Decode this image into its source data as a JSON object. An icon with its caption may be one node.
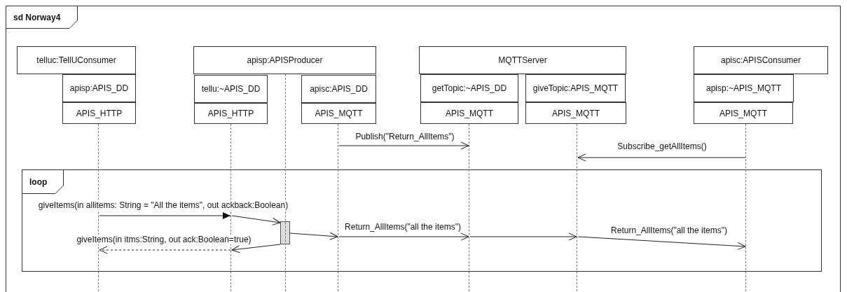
{
  "diagram": {
    "nodes": [
      {
        "text": [
          "sd Norway4"
        ]
      },
      {
        "text": [
          "telluc:TellUConsumer"
        ],
        "in": 0
      },
      {
        "text": [
          "apisp:APIS_DD"
        ],
        "in": 0
      },
      {
        "text": [
          "APIS_HTTP"
        ],
        "in": 0
      },
      {
        "text": [
          "apisp:APISProducer"
        ],
        "in": 0
      },
      {
        "text": [
          "tellu:~APIS_DD"
        ],
        "in": 0
      },
      {
        "text": [
          "APIS_HTTP"
        ],
        "in": 0
      },
      {
        "text": [
          "apisc:APIS_DD"
        ],
        "in": 0
      },
      {
        "text": [
          "APIS_MQTT"
        ],
        "in": 0
      },
      {
        "text": [
          "MQTTServer"
        ],
        "in": 0
      },
      {
        "text": [
          "getTopic:~APIS_DD"
        ],
        "in": 0
      },
      {
        "text": [
          "APIS_MQTT"
        ],
        "in": 0
      },
      {
        "text": [
          "giveTopic:APIS_MQTT"
        ],
        "in": 0
      },
      {
        "text": [
          "APIS_MQTT"
        ],
        "in": 0
      },
      {
        "text": [
          "apisc:APISConsumer"
        ],
        "in": 0
      },
      {
        "text": [
          "apisp:~APIS_MQTT"
        ],
        "in": 0
      },
      {
        "text": [
          "APIS_MQTT"
        ],
        "in": 0
      },
      {
        "text": [
          "loop"
        ],
        "in": 0
      },
      {
        "text": [],
        "shape": "bar",
        "in": 17
      },
      {
        "text": [],
        "shape": "line",
        "in": 0
      },
      {
        "text": [],
        "shape": "line",
        "in": 0
      },
      {
        "text": [],
        "shape": "line",
        "in": 0
      },
      {
        "text": [],
        "shape": "line",
        "in": 0
      },
      {
        "text": [],
        "shape": "line",
        "in": 0
      },
      {
        "text": [],
        "shape": "line",
        "in": 0
      },
      {
        "text": [],
        "shape": "line",
        "in": 0
      }
    ],
    "edges": [
      {
        "from": 22,
        "to": 23,
        "arrow": "to",
        "label": "Publish(\"Return_AllItems\")"
      },
      {
        "from": 25,
        "to": 24,
        "arrow": "to",
        "label": "Subscribe_getAllItems()"
      },
      {
        "from": 19,
        "to": 20,
        "arrow": "to",
        "label": "giveItems(in allitems: String = \"All the items\", out ackback:Boolean)"
      },
      {
        "from": 20,
        "to": 18,
        "arrow": "to"
      },
      {
        "from": 18,
        "to": 20,
        "arrow": "to"
      },
      {
        "from": 20,
        "to": 19,
        "arrow": "to",
        "style": "dashed",
        "label": "giveItems(in itms:String, out ack:Boolean=true)"
      },
      {
        "from": 18,
        "to": 22,
        "arrow": "to"
      },
      {
        "from": 22,
        "to": 23,
        "arrow": "to",
        "label": "Return_AllItems(\"all the items\")"
      },
      {
        "from": 23,
        "to": 24,
        "arrow": "to"
      },
      {
        "from": 24,
        "to": 25,
        "arrow": "to",
        "label": "Return_AllItems(\"all the items\")"
      }
    ]
  }
}
